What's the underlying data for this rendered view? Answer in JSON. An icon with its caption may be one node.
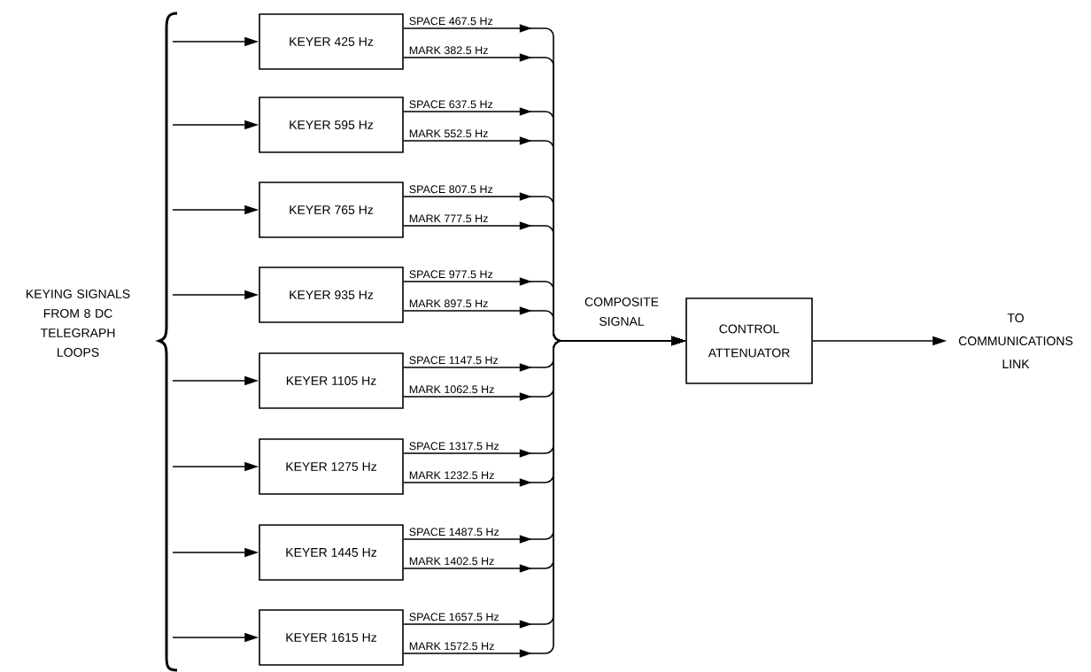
{
  "diagram": {
    "nodes": [
      {
        "text": [
          "KEYER 425 Hz"
        ]
      },
      {
        "text": [
          "KEYER 595 Hz"
        ]
      },
      {
        "text": [
          "KEYER 765 Hz"
        ]
      },
      {
        "text": [
          "KEYER 935 Hz"
        ]
      },
      {
        "text": [
          "KEYER 1105 Hz"
        ]
      },
      {
        "text": [
          "KEYER 1275 Hz"
        ]
      },
      {
        "text": [
          "KEYER 1445 Hz"
        ]
      },
      {
        "text": [
          "KEYER 1615 Hz"
        ]
      },
      {
        "text": [
          "CONTROL ATTENUATOR"
        ]
      },
      {
        "text": [
          "TO COMMUNICATIONS LINK"
        ]
      }
    ],
    "edges": [
      {
        "from": null,
        "to": 0,
        "arrow": "to"
      },
      {
        "from": null,
        "to": 1,
        "arrow": "to"
      },
      {
        "from": null,
        "to": 2,
        "arrow": "to"
      },
      {
        "from": null,
        "to": 3,
        "arrow": "to"
      },
      {
        "from": null,
        "to": 4,
        "arrow": "to"
      },
      {
        "from": null,
        "to": 5,
        "arrow": "to"
      },
      {
        "from": null,
        "to": 6,
        "arrow": "to"
      },
      {
        "from": null,
        "to": 7,
        "arrow": "to"
      },
      {
        "from": 0,
        "to": 8,
        "arrow": "to",
        "label": "SPACE 467.5 Hz"
      },
      {
        "from": 0,
        "to": 8,
        "arrow": "to",
        "label": "MARK 382.5 Hz"
      },
      {
        "from": 1,
        "to": 8,
        "arrow": "to",
        "label": "SPACE 637.5 Hz"
      },
      {
        "from": 1,
        "to": 8,
        "arrow": "to",
        "label": "MARK 552.5 Hz"
      },
      {
        "from": 2,
        "to": 8,
        "arrow": "to",
        "label": "SPACE 807.5 Hz"
      },
      {
        "from": 2,
        "to": 8,
        "arrow": "to",
        "label": "MARK 777.5 Hz"
      },
      {
        "from": 3,
        "to": 8,
        "arrow": "to",
        "label": "SPACE 977.5 Hz"
      },
      {
        "from": 3,
        "to": 8,
        "arrow": "to",
        "label": "MARK 897.5 Hz"
      },
      {
        "from": 4,
        "to": 8,
        "arrow": "to",
        "label": "SPACE 1147.5 Hz"
      },
      {
        "from": 4,
        "to": 8,
        "arrow": "to",
        "label": "MARK 1062.5 Hz"
      },
      {
        "from": 5,
        "to": 8,
        "arrow": "to",
        "label": "SPACE 1317.5 Hz"
      },
      {
        "from": 5,
        "to": 8,
        "arrow": "to",
        "label": "MARK 1232.5 Hz"
      },
      {
        "from": 6,
        "to": 8,
        "arrow": "to",
        "label": "SPACE 1487.5 Hz"
      },
      {
        "from": 6,
        "to": 8,
        "arrow": "to",
        "label": "MARK 1402.5 Hz"
      },
      {
        "from": 7,
        "to": 8,
        "arrow": "to",
        "label": "SPACE 1657.5 Hz"
      },
      {
        "from": 7,
        "to": 8,
        "arrow": "to",
        "label": "MARK 1572.5 Hz"
      },
      {
        "from": 8,
        "to": 9,
        "arrow": "to"
      }
    ],
    "labels": [
      "KEYING SIGNALS FROM 8 DC TELEGRAPH LOOPS",
      "COMPOSITE SIGNAL"
    ]
  }
}
